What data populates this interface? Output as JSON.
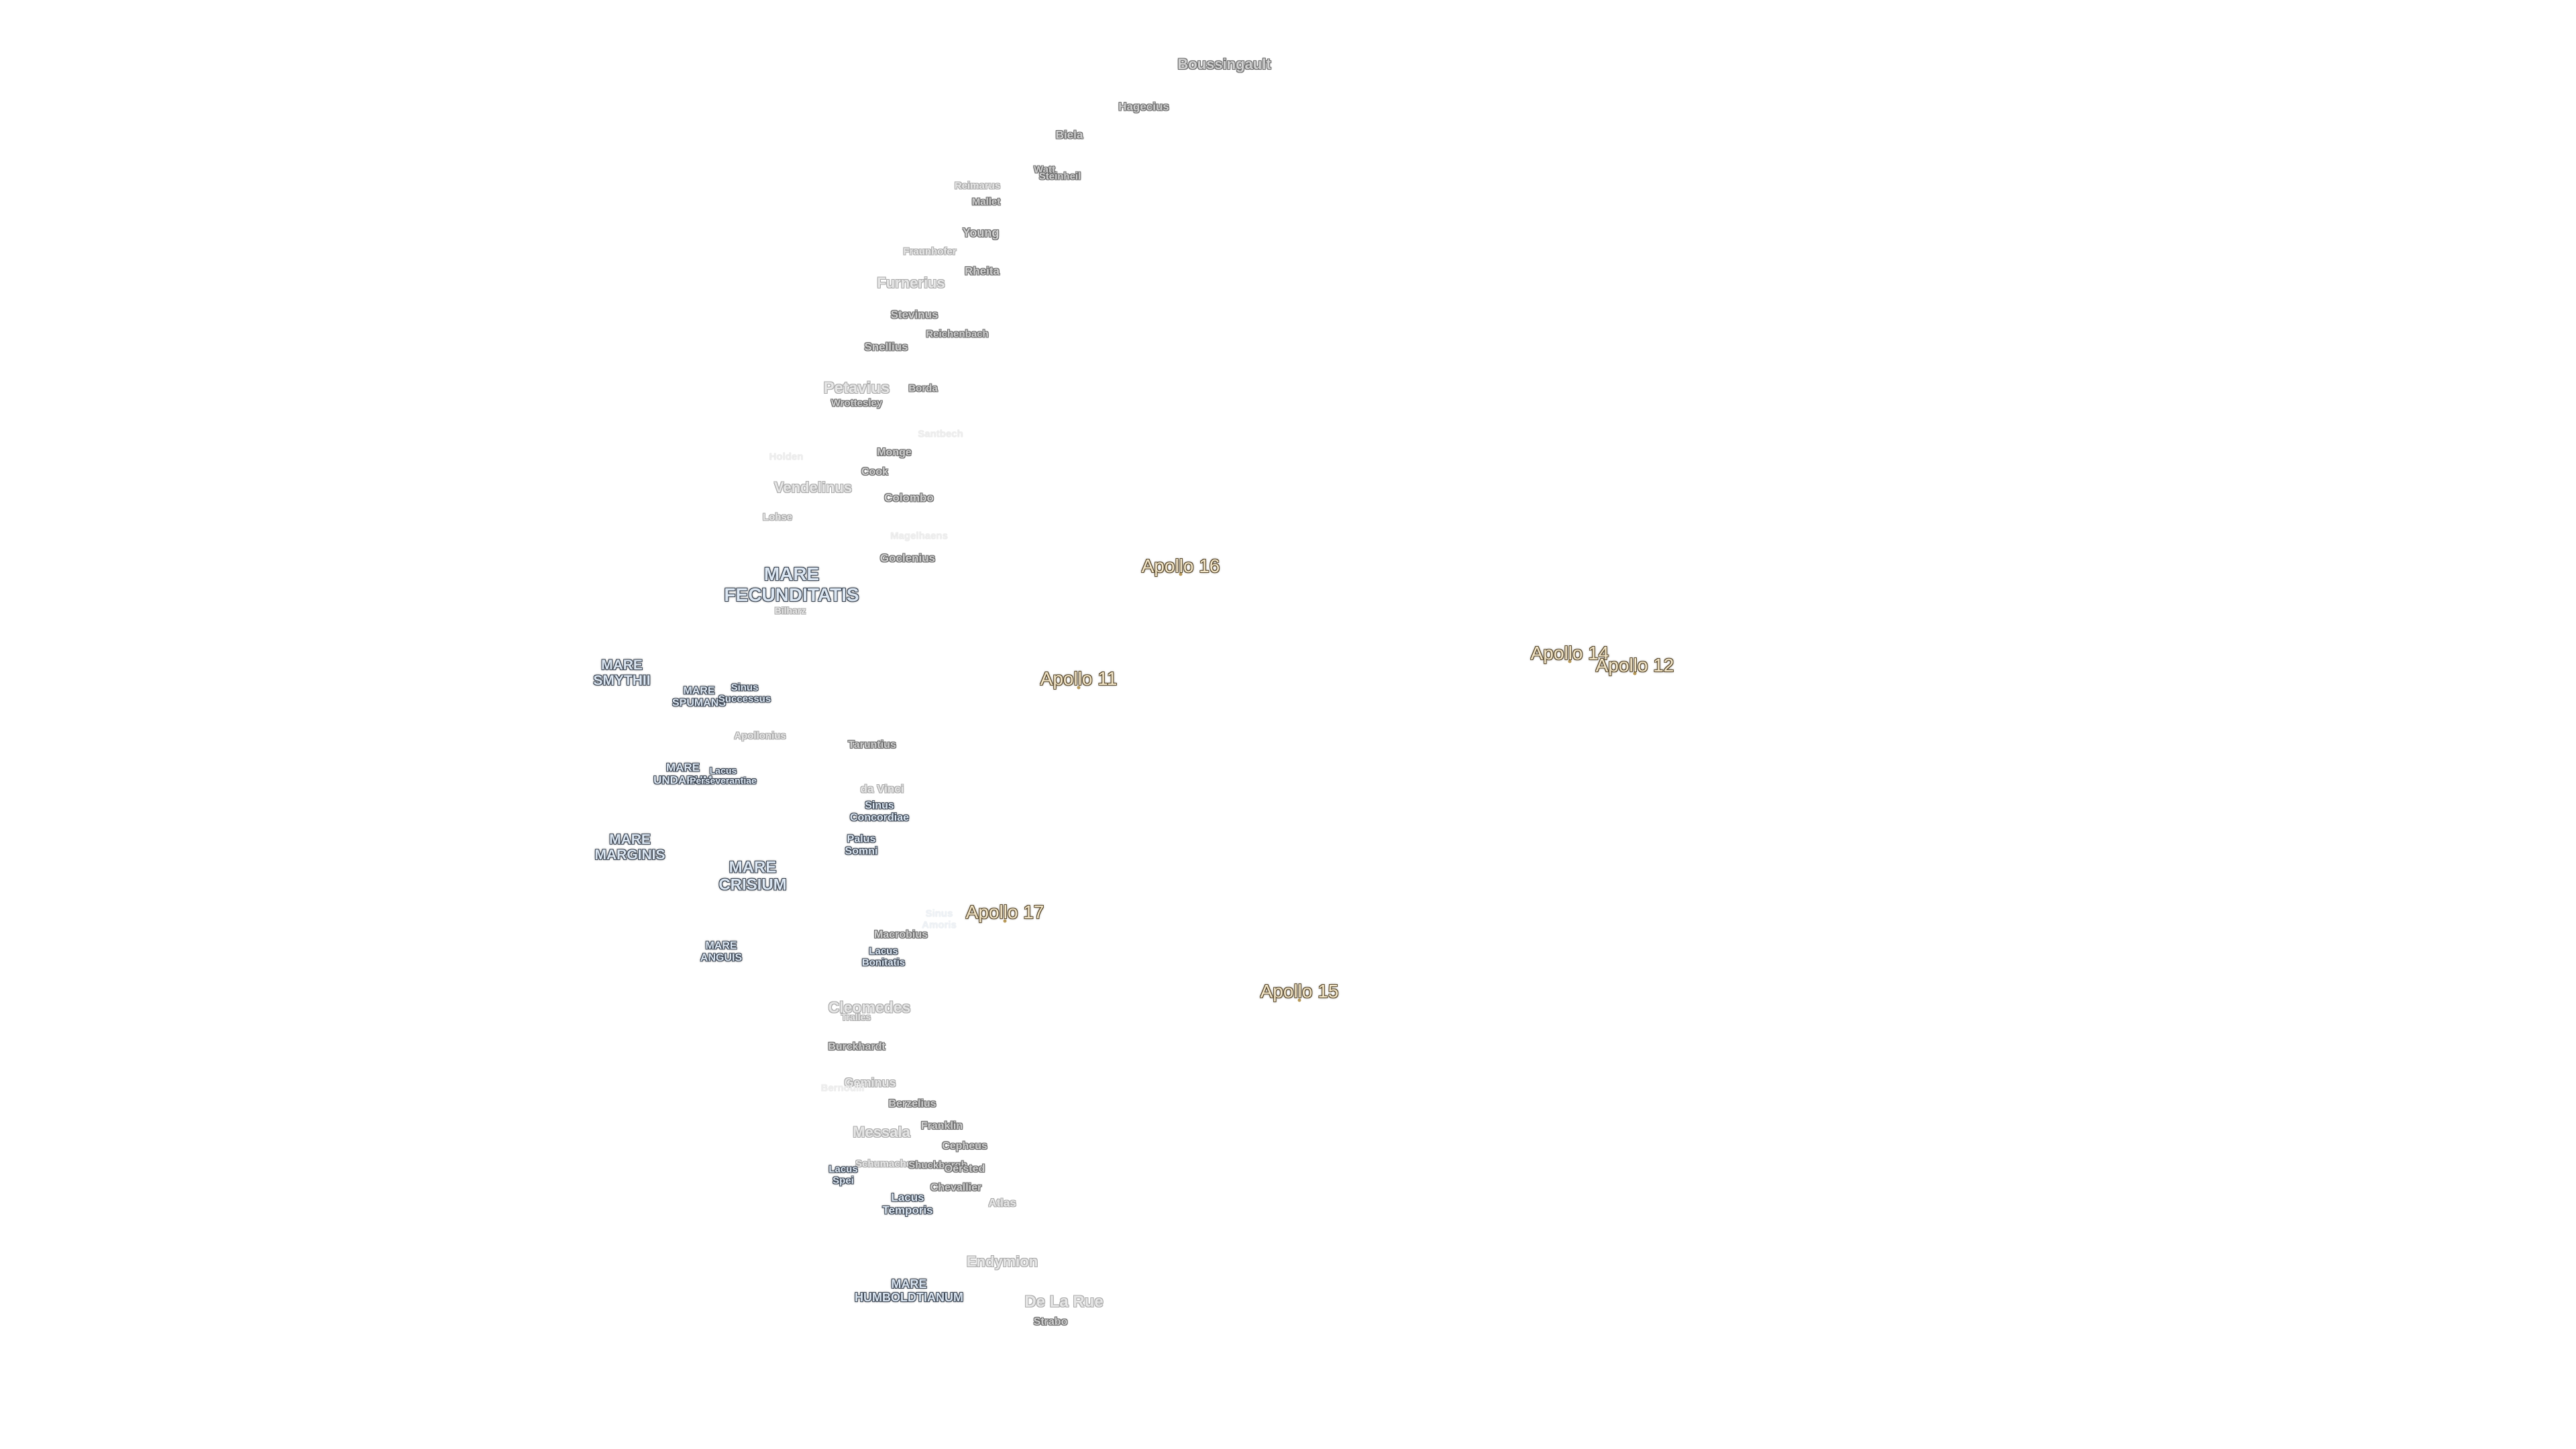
{
  "craters": {
    "boussingault": "Boussingault",
    "hagecius": "Hagecius",
    "biela": "Biela",
    "reimarus": "Reimarus",
    "watt": "Watt",
    "steinheil": "Steinheil",
    "mallet": "Mallet",
    "young": "Young",
    "fraunhofer": "Fraunhofer",
    "rheita": "Rheita",
    "furnerius": "Furnerius",
    "stevinus": "Stevinus",
    "reichenbach": "Reichenbach",
    "snellius": "Snellius",
    "petavius": "Petavius",
    "borda": "Borda",
    "wrottesley": "Wrottesley",
    "santbech": "Santbech",
    "holden": "Holden",
    "monge": "Monge",
    "cook": "Cook",
    "vendelinus": "Vendelinus",
    "colombo": "Colombo",
    "lohse": "Lohse",
    "magelhaens": "Magelhaens",
    "goclenius": "Goclenius",
    "bilharz": "Bilharz",
    "apollonius": "Apollonius",
    "taruntius": "Taruntius",
    "da_vinci": "da Vinci",
    "cleomedes": "Cleomedes",
    "tralles": "Tralles",
    "burckhardt": "Burckhardt",
    "geminus": "Geminus",
    "bernoulli": "Bernoulli",
    "berzelius": "Berzelius",
    "franklin": "Franklin",
    "messala": "Messala",
    "cepheus": "Cepheus",
    "schumacher": "Schumacher",
    "shuckburgh": "Shuckburgh",
    "oersted": "Oersted",
    "chevallier": "Chevallier",
    "atlas": "Atlas",
    "macrobius": "Macrobius",
    "endymion": "Endymion",
    "de_la_rue": "De La Rue",
    "strabo": "Strabo"
  },
  "seas": {
    "mare_fecunditatis": "MARE\nFECUNDITATIS",
    "mare_smythii": "MARE\nSMYTHII",
    "mare_spumans": "MARE\nSPUMANS",
    "sinus_successus": "Sinus\nSuccessus",
    "mare_undarum": "MARE\nUNDARUM",
    "lacus_perseverantiae": "Lacus\nPerseverantiae",
    "sinus_concordiae": "Sinus\nConcordiae",
    "palus_somni": "Palus\nSomni",
    "mare_marginis": "MARE\nMARGINIS",
    "mare_crisium": "MARE\nCRISIUM",
    "sinus_amoris": "Sinus\nAmoris",
    "lacus_bonitatis": "Lacus\nBonitatis",
    "mare_anguis": "MARE\nANGUIS",
    "lacus_spei": "Lacus\nSpei",
    "lacus_temporis": "Lacus\nTemporis",
    "mare_humboldtianum": "MARE\nHUMBOLDTIANUM"
  },
  "apollo_sites": {
    "apollo_16": "Apollo 16",
    "apollo_11": "Apollo 11",
    "apollo_14": "Apollo 14",
    "apollo_12": "Apollo 12",
    "apollo_17": "Apollo 17",
    "apollo_15": "Apollo 15"
  }
}
